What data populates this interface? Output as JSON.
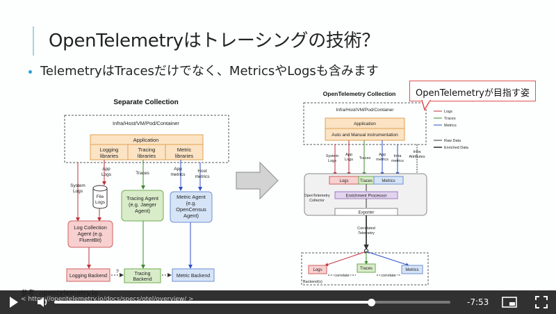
{
  "slide": {
    "title": "OpenTelemetryはトレーシングの技術？",
    "bullet": "TelemetryはTracesだけでなく、MetricsやLogsも含みます",
    "callout": "OpenTelemetryが目指す姿",
    "reference_label": "参考: opentelemetry.io",
    "reference_url": "< https://opentelemetry.io/docs/specs/otel/overview/ >"
  },
  "left_diagram": {
    "title": "Separate Collection",
    "host": "Infra/Host/VM/Pod/Container",
    "application": "Application",
    "lib_logging": [
      "Logging",
      "libraries"
    ],
    "lib_tracing": [
      "Tracing",
      "libraries"
    ],
    "lib_metric": [
      "Metric",
      "libraries"
    ],
    "system_logs": [
      "System",
      "Logs"
    ],
    "app_logs": [
      "App",
      "Logs"
    ],
    "traces": "Traces",
    "app_metrics": [
      "App",
      "metrics"
    ],
    "host_metrics": [
      "Host",
      "metrics"
    ],
    "file_logs": [
      "File",
      "Logs"
    ],
    "tracing_agent": [
      "Tracing Agent",
      "(e.g. Jaeger",
      "Agent)"
    ],
    "metric_agent": [
      "Metric Agent",
      "(e.g.",
      "OpenCensus",
      "Agent)"
    ],
    "log_agent": [
      "Log Collection",
      "Agent (e.g.",
      "FluentBit)"
    ],
    "logging_backend": "Logging Backend",
    "tracing_backend": [
      "Tracing",
      "Backend"
    ],
    "metric_backend": "Metric Backend",
    "unknown": "?"
  },
  "right_diagram": {
    "title": "OpenTelemetry Collection",
    "host": "Infra/Host/VM/Pod/Container",
    "application": "Application",
    "instrumentation": "Auto and Manual instrumentation",
    "legend": [
      "Logs",
      "Traces",
      "Metrics",
      "Raw Data",
      "Enriched Data"
    ],
    "system_logs": [
      "System",
      "Logs"
    ],
    "app_logs": [
      "App",
      "Logs"
    ],
    "traces": "Traces",
    "app_metrics": [
      "App",
      "metrics"
    ],
    "infra_metrics": [
      "Infra",
      "metrics"
    ],
    "infra_attributes": [
      "Infra",
      "Attributes"
    ],
    "collector_label": [
      "OpenTelemetry",
      "Collector"
    ],
    "logs": "Logs",
    "traces_box": "Traces",
    "metrics": "Metrics",
    "enrichment": "Enrichment Processor",
    "exporter": "Exporter",
    "correlated": [
      "Correlated",
      "Telemetry"
    ],
    "backend_logs": "Logs",
    "backend_traces": "Traces",
    "backend_metrics": "Metrics",
    "correlate": "correlate",
    "backends": "Backend(s)"
  },
  "player": {
    "time_remaining": "-7:53",
    "progress": 0.8
  },
  "colors": {
    "logs": "#c0303a",
    "traces": "#3c8c2c",
    "metrics": "#2d4fc4",
    "app_fill": "#fbe3c4",
    "log_fill": "#f8d0d0",
    "trace_fill": "#d9ecc9",
    "metric_fill": "#d6e4f7"
  }
}
